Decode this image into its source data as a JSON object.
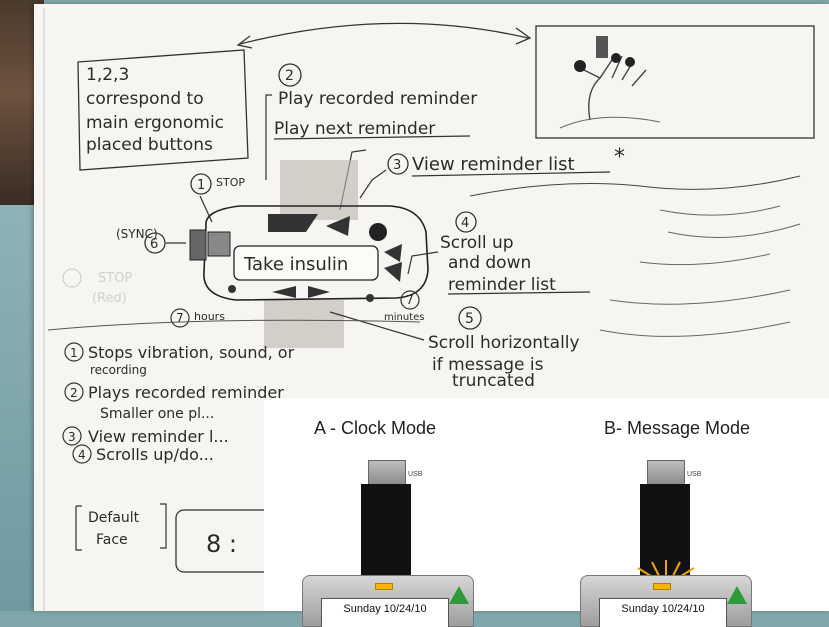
{
  "notes": {
    "top_left": [
      "1,2,3",
      "correspond to",
      "main ergonomic",
      "placed buttons"
    ],
    "label_1": "1",
    "label_2": "2",
    "label_3": "3",
    "label_4": "4",
    "label_5": "5",
    "label_6": "6",
    "label_7a": "7",
    "label_7b": "7",
    "stop_label": "STOP",
    "sync_label": "(SYNC)",
    "play_recorded": "Play recorded reminder",
    "play_next": "Play next reminder",
    "view_list": "View reminder list",
    "asterisk": "*",
    "scroll_up": [
      "Scroll up",
      "and down",
      "reminder list"
    ],
    "scroll_horiz": [
      "Scroll horizontally",
      "if message is",
      "truncated"
    ],
    "hours": "hours",
    "minutes": "minutes",
    "faded_stop": "STOP",
    "faded_red": "(Red)",
    "device_text": "Take insulin",
    "list_1": [
      "Stops vibration, sound, or",
      "recording"
    ],
    "list_2": [
      "Plays recorded reminder",
      "Smaller one pl..."
    ],
    "list_3": "View reminder l...",
    "list_4": "Scrolls up/do...",
    "default_face": [
      "Default",
      "Face"
    ],
    "clock_digits": "8 :"
  },
  "inset": {
    "clock_title": "A - Clock Mode",
    "message_title": "B- Message Mode",
    "usb": "USB",
    "date_a": "Sunday 10/24/10",
    "date_b": "Sunday 10/24/10",
    "accent_led": "#f4b400",
    "accent_button": "#2e9a3a"
  }
}
